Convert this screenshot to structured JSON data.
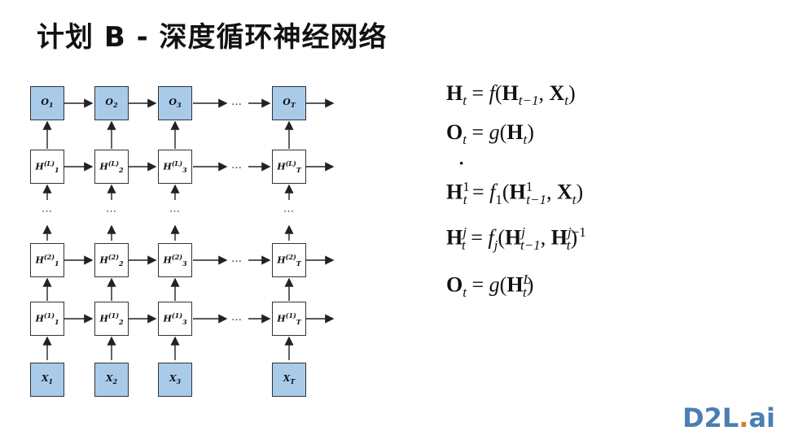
{
  "title": "计划 B - 深度循环神经网络",
  "diagram": {
    "ellipsis": "…",
    "vertical_dots": "⋯",
    "columns": [
      {
        "x": "X",
        "x_sub": "1",
        "o_sub": "1",
        "h_sub": "1",
        "hL": "H",
        "h2_sub": "1"
      },
      {
        "x_sub": "2",
        "o_sub": "2",
        "h_sub": "2",
        "h2_sub": "2"
      },
      {
        "x_sub": "3",
        "o_sub": "3",
        "h_sub": "3",
        "h2_sub": "3"
      },
      {
        "x_sub": "T",
        "o_sub": "T",
        "h_sub": "T",
        "h2_sub": "T"
      }
    ]
  },
  "equations": {
    "eq1": "H_t = f(H_{t−1}, X_t)",
    "eq2": "O_t = g(H_t)",
    "eq3": "H_t^1 = f_1(H_{t−1}^1, X_t)",
    "eq4": "H_t^j = f_j(H_{t−1}^j, H_t^{j−1})",
    "eq5": "O_t = g(H_t^L)"
  },
  "logo": {
    "main": "D2L",
    "dot": ".",
    "suffix": "ai"
  },
  "colors": {
    "box_fill": "#a9cbea",
    "logo_blue": "#4b7fb3",
    "logo_orange": "#e07b2a"
  }
}
